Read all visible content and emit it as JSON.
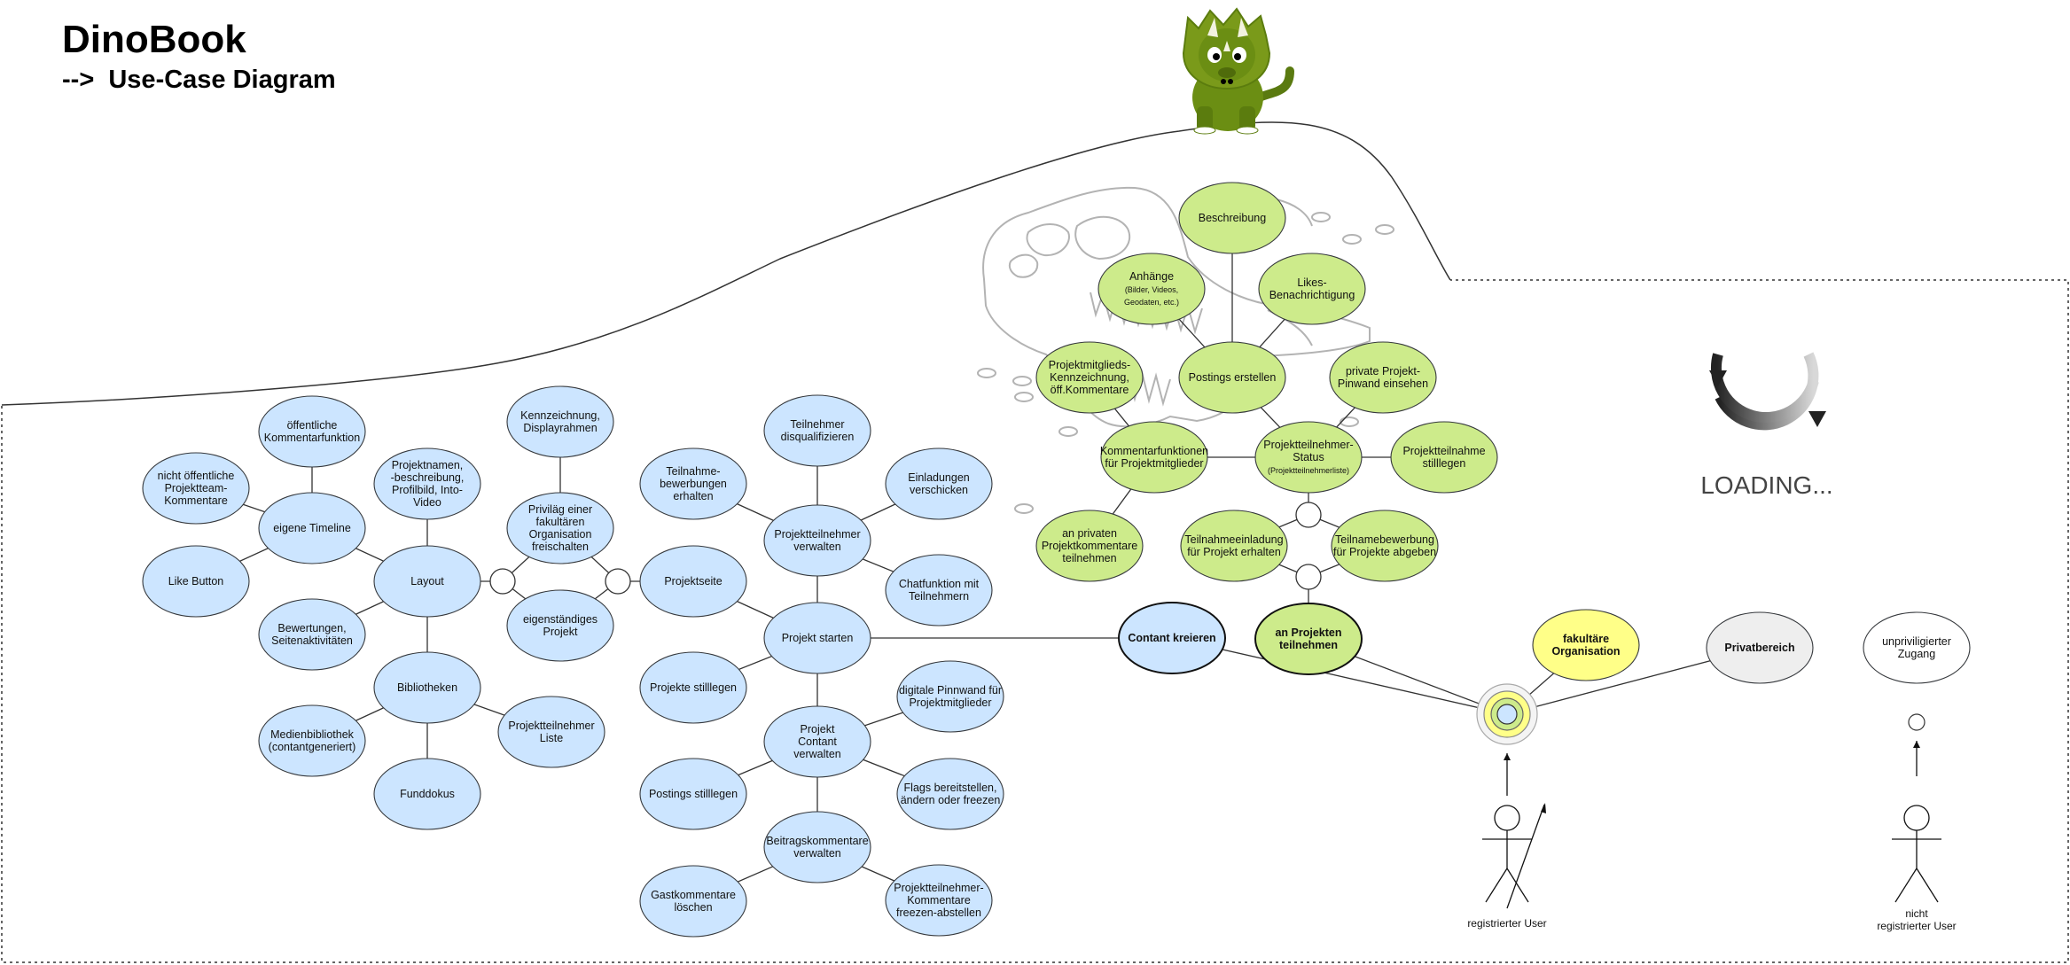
{
  "header": {
    "title": "DinoBook",
    "subtitle": "-->  Use-Case Diagram"
  },
  "loading_label": "LOADING...",
  "actors": [
    {
      "id": "reg",
      "lines": [
        "registrierter User"
      ]
    },
    {
      "id": "unreg",
      "lines": [
        "nicht",
        "registrierter User"
      ]
    }
  ],
  "nodes": [
    {
      "id": "nicht-oeff",
      "lines": [
        "nicht öffentliche",
        "Projektteam-",
        "Kommentare"
      ],
      "color": "blue"
    },
    {
      "id": "oeff-komm",
      "lines": [
        "öffentliche",
        "Kommentarfunktion"
      ],
      "color": "blue"
    },
    {
      "id": "eigene-timeline",
      "lines": [
        "eigene Timeline"
      ],
      "color": "blue"
    },
    {
      "id": "like-button",
      "lines": [
        "Like Button"
      ],
      "color": "blue"
    },
    {
      "id": "bewertungen",
      "lines": [
        "Bewertungen,",
        "Seitenaktivitäten"
      ],
      "color": "blue"
    },
    {
      "id": "projektnamen",
      "lines": [
        "Projektnamen,",
        "-beschreibung,",
        "Profilbild, Into-",
        "Video"
      ],
      "color": "blue"
    },
    {
      "id": "layout",
      "lines": [
        "Layout"
      ],
      "color": "blue"
    },
    {
      "id": "bibliotheken",
      "lines": [
        "Bibliotheken"
      ],
      "color": "blue"
    },
    {
      "id": "medienbibliothek",
      "lines": [
        "Medienbibliothek",
        "(contantgeneriert)"
      ],
      "color": "blue"
    },
    {
      "id": "funddokus",
      "lines": [
        "Funddokus"
      ],
      "color": "blue"
    },
    {
      "id": "projektteilnehmer-liste",
      "lines": [
        "Projektteilnehmer",
        "Liste"
      ],
      "color": "blue"
    },
    {
      "id": "kennzeichnung",
      "lines": [
        "Kennzeichnung,",
        "Displayrahmen"
      ],
      "color": "blue"
    },
    {
      "id": "privileg",
      "lines": [
        "Priviläg einer",
        "fakultären",
        "Organisation",
        "freischalten"
      ],
      "color": "blue"
    },
    {
      "id": "eigenstaendiges",
      "lines": [
        "eigenständiges",
        "Projekt"
      ],
      "color": "blue"
    },
    {
      "id": "projektseite",
      "lines": [
        "Projektseite"
      ],
      "color": "blue"
    },
    {
      "id": "projekte-stilllegen",
      "lines": [
        "Projekte stilllegen"
      ],
      "color": "blue"
    },
    {
      "id": "teilnahme-bewerbungen",
      "lines": [
        "Teilnahme-",
        "bewerbungen",
        "erhalten"
      ],
      "color": "blue"
    },
    {
      "id": "teilnehmer-disq",
      "lines": [
        "Teilnehmer",
        "disqualifizieren"
      ],
      "color": "blue"
    },
    {
      "id": "pt-verwalten",
      "lines": [
        "Projektteilnehmer",
        "verwalten"
      ],
      "color": "blue"
    },
    {
      "id": "einladungen",
      "lines": [
        "Einladungen",
        "verschicken"
      ],
      "color": "blue"
    },
    {
      "id": "chatfunktion",
      "lines": [
        "Chatfunktion mit",
        "Teilnehmern"
      ],
      "color": "blue"
    },
    {
      "id": "projekt-starten",
      "lines": [
        "Projekt starten"
      ],
      "color": "blue"
    },
    {
      "id": "contant-verwalten",
      "lines": [
        "Projekt",
        "Contant",
        "verwalten"
      ],
      "color": "blue"
    },
    {
      "id": "digitale-pinnwand",
      "lines": [
        "digitale Pinnwand für",
        "Projektmitglieder"
      ],
      "color": "blue"
    },
    {
      "id": "flags",
      "lines": [
        "Flags bereitstellen,",
        "ändern oder freezen"
      ],
      "color": "blue"
    },
    {
      "id": "postings-stilllegen",
      "lines": [
        "Postings stilllegen"
      ],
      "color": "blue"
    },
    {
      "id": "beitrags-verwalten",
      "lines": [
        "Beitragskommentare",
        "verwalten"
      ],
      "color": "blue"
    },
    {
      "id": "gastkommentare",
      "lines": [
        "Gastkommentare",
        "löschen"
      ],
      "color": "blue"
    },
    {
      "id": "pt-kommentare",
      "lines": [
        "Projektteilnehmer-",
        "Kommentare",
        "freezen-abstellen"
      ],
      "color": "blue"
    },
    {
      "id": "beschreibung",
      "lines": [
        "Beschreibung"
      ],
      "color": "green"
    },
    {
      "id": "anhaenge",
      "lines": [
        "Anhänge",
        "(Bilder, Videos,",
        "Geodaten, etc.)"
      ],
      "color": "green"
    },
    {
      "id": "likes",
      "lines": [
        "Likes-",
        "Benachrichtigung"
      ],
      "color": "green"
    },
    {
      "id": "postings-erstellen",
      "lines": [
        "Postings erstellen"
      ],
      "color": "green"
    },
    {
      "id": "pm-kennzeichnung",
      "lines": [
        "Projektmitglieds-",
        "Kennzeichnung,",
        "öff.Kommentare"
      ],
      "color": "green"
    },
    {
      "id": "private-pinnwand",
      "lines": [
        "private Projekt-",
        "Pinwand einsehen"
      ],
      "color": "green"
    },
    {
      "id": "kommentarfunktionen",
      "lines": [
        "Kommentarfunktionen",
        "für Projektmitglieder"
      ],
      "color": "green"
    },
    {
      "id": "pt-status",
      "lines": [
        "Projektteilnehmer-",
        "Status",
        "(Projektteilnehmerliste)"
      ],
      "color": "green"
    },
    {
      "id": "teilnahme-stilllegen",
      "lines": [
        "Projektteilnahme",
        "stilllegen"
      ],
      "color": "green"
    },
    {
      "id": "private-kommentare",
      "lines": [
        "an privaten",
        "Projektkommentare",
        "teilnehmen"
      ],
      "color": "green"
    },
    {
      "id": "einladung-erhalten",
      "lines": [
        "Teilnahmeeinladung",
        "für Projekt erhalten"
      ],
      "color": "green"
    },
    {
      "id": "bewerbung-abgeben",
      "lines": [
        "Teilnamebewerbung",
        "für Projekte abgeben"
      ],
      "color": "green"
    },
    {
      "id": "an-projekten",
      "lines": [
        "an Projekten",
        "teilnehmen"
      ],
      "color": "green-dark"
    },
    {
      "id": "contant-kreieren",
      "lines": [
        "Contant kreieren"
      ],
      "color": "blue-dark"
    },
    {
      "id": "fakultaere",
      "lines": [
        "fakultäre",
        "Organisation"
      ],
      "color": "yellow"
    },
    {
      "id": "privatbereich",
      "lines": [
        "Privatbereich"
      ],
      "color": "grey"
    },
    {
      "id": "unprivilegiert",
      "lines": [
        "unpriviligierter",
        "Zugang"
      ],
      "color": "white"
    }
  ],
  "colors": {
    "blue": "#cce5ff",
    "green": "#cdeb8b",
    "yellow": "#ffff88",
    "grey": "#eeeeee",
    "stroke": "#36393d",
    "line": "#333333"
  }
}
